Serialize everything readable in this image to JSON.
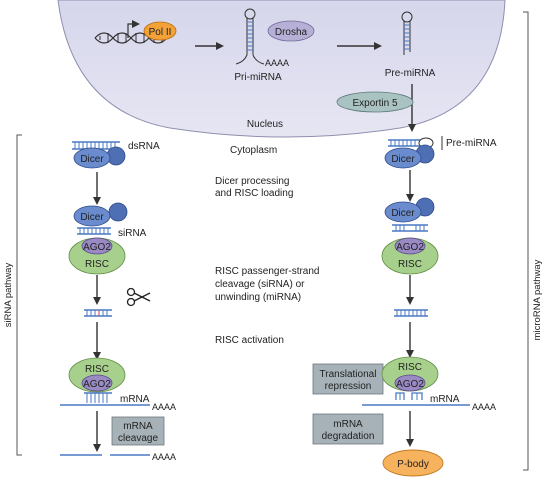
{
  "nucleus": {
    "label": "Nucleus",
    "pol": "Pol II",
    "drosha": "Drosha",
    "pri_mirna": "Pri-miRNA",
    "pri_tail": "AAAA",
    "pre_mirna": "Pre-miRNA",
    "exportin": "Exportin 5"
  },
  "center": {
    "cytoplasm": "Cytoplasm",
    "step1_line1": "Dicer processing",
    "step1_line2": "and RISC loading",
    "step2_line1": "RISC passenger-strand",
    "step2_line2": "cleavage (siRNA) or",
    "step2_line3": "unwinding (miRNA)",
    "step3": "RISC activation"
  },
  "sirna": {
    "side_label": "siRNA pathway",
    "dsrna": "dsRNA",
    "dicer": "Dicer",
    "sirna": "siRNA",
    "ago2": "AGO2",
    "risc": "RISC",
    "mrna": "mRNA",
    "tail": "AAAA",
    "box_line1": "mRNA",
    "box_line2": "cleavage",
    "tail2": "AAAA"
  },
  "mirna": {
    "side_label": "microRNA pathway",
    "pre_mirna": "Pre-miRNA",
    "dicer": "Dicer",
    "ago2": "AGO2",
    "risc": "RISC",
    "mrna": "mRNA",
    "tail": "AAAA",
    "box1_line1": "Translational",
    "box1_line2": "repression",
    "box2_line1": "mRNA",
    "box2_line2": "degradation",
    "pbody": "P-body"
  },
  "colors": {
    "nucleus_fill": "#dcdcee",
    "dicer_fill": "#6a8ccf",
    "ago2_fill": "#9a8ac4",
    "risc_fill": "#a8d08d",
    "pol_fill": "#f3a23a",
    "drosha_fill": "#b7b0d6",
    "exportin_fill": "#a9c2c2",
    "box_fill": "#a7b2b8",
    "pbody_fill": "#f7b25e",
    "rna_blue": "#4a78c4"
  }
}
